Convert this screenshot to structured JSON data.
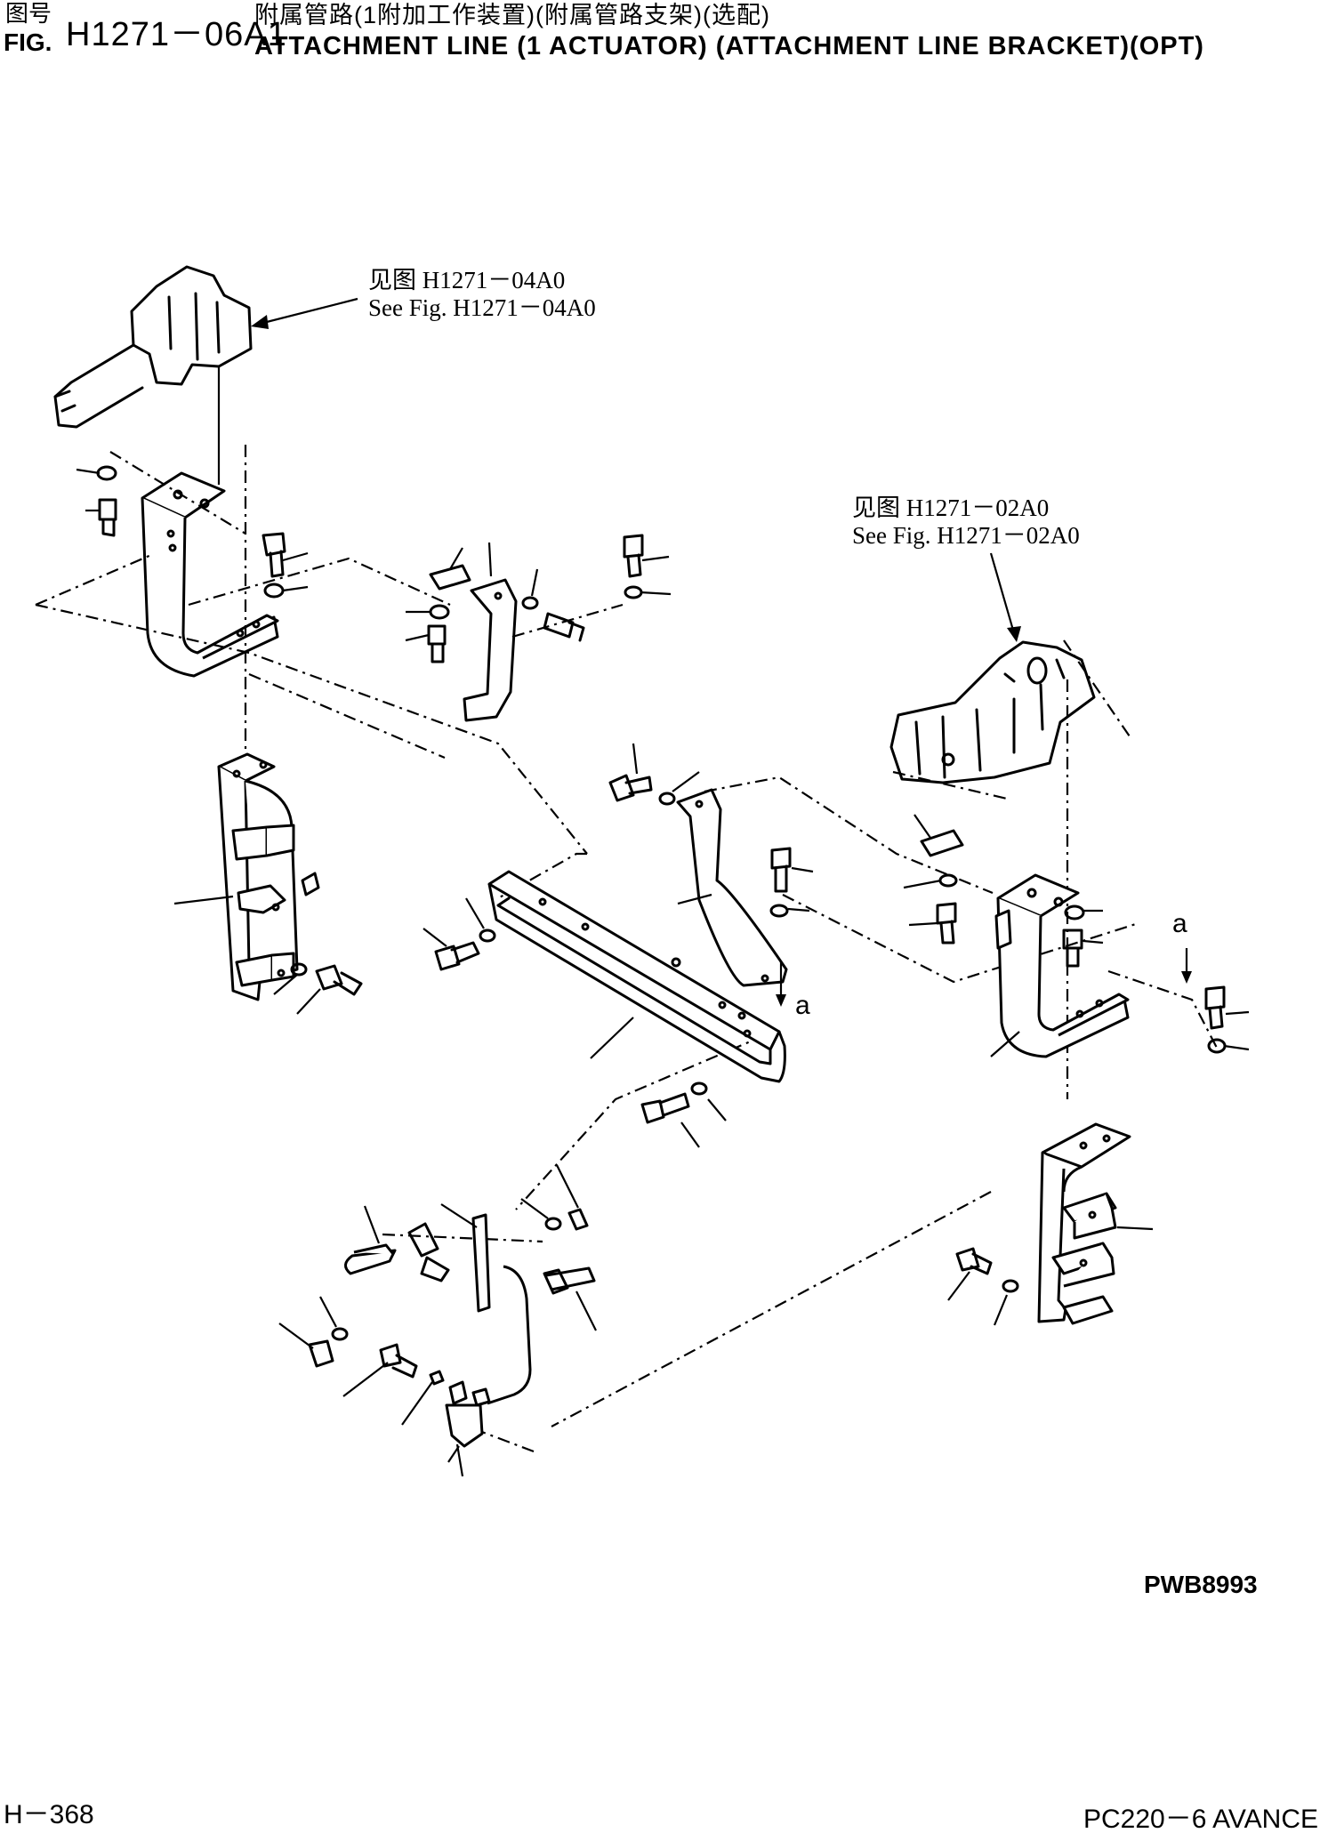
{
  "header": {
    "zh_label": "图号",
    "fig_label": "FIG.",
    "fig_number": "H1271－06A1",
    "zh_title": "附属管路(1附加工作装置)(附属管路支架)(选配)",
    "en_title": "ATTACHMENT LINE (1 ACTUATOR) (ATTACHMENT LINE BRACKET)(OPT)"
  },
  "references": {
    "top": {
      "zh": "见图 H1271－04A0",
      "en": "See Fig. H1271－04A0"
    },
    "right": {
      "zh": "见图 H1271－02A0",
      "en": "See Fig. H1271－02A0"
    }
  },
  "callouts": {
    "a": "a"
  },
  "footer": {
    "drawing_code": "PWB8993",
    "page_number": "H－368",
    "model": "PC220－6 AVANCE"
  }
}
